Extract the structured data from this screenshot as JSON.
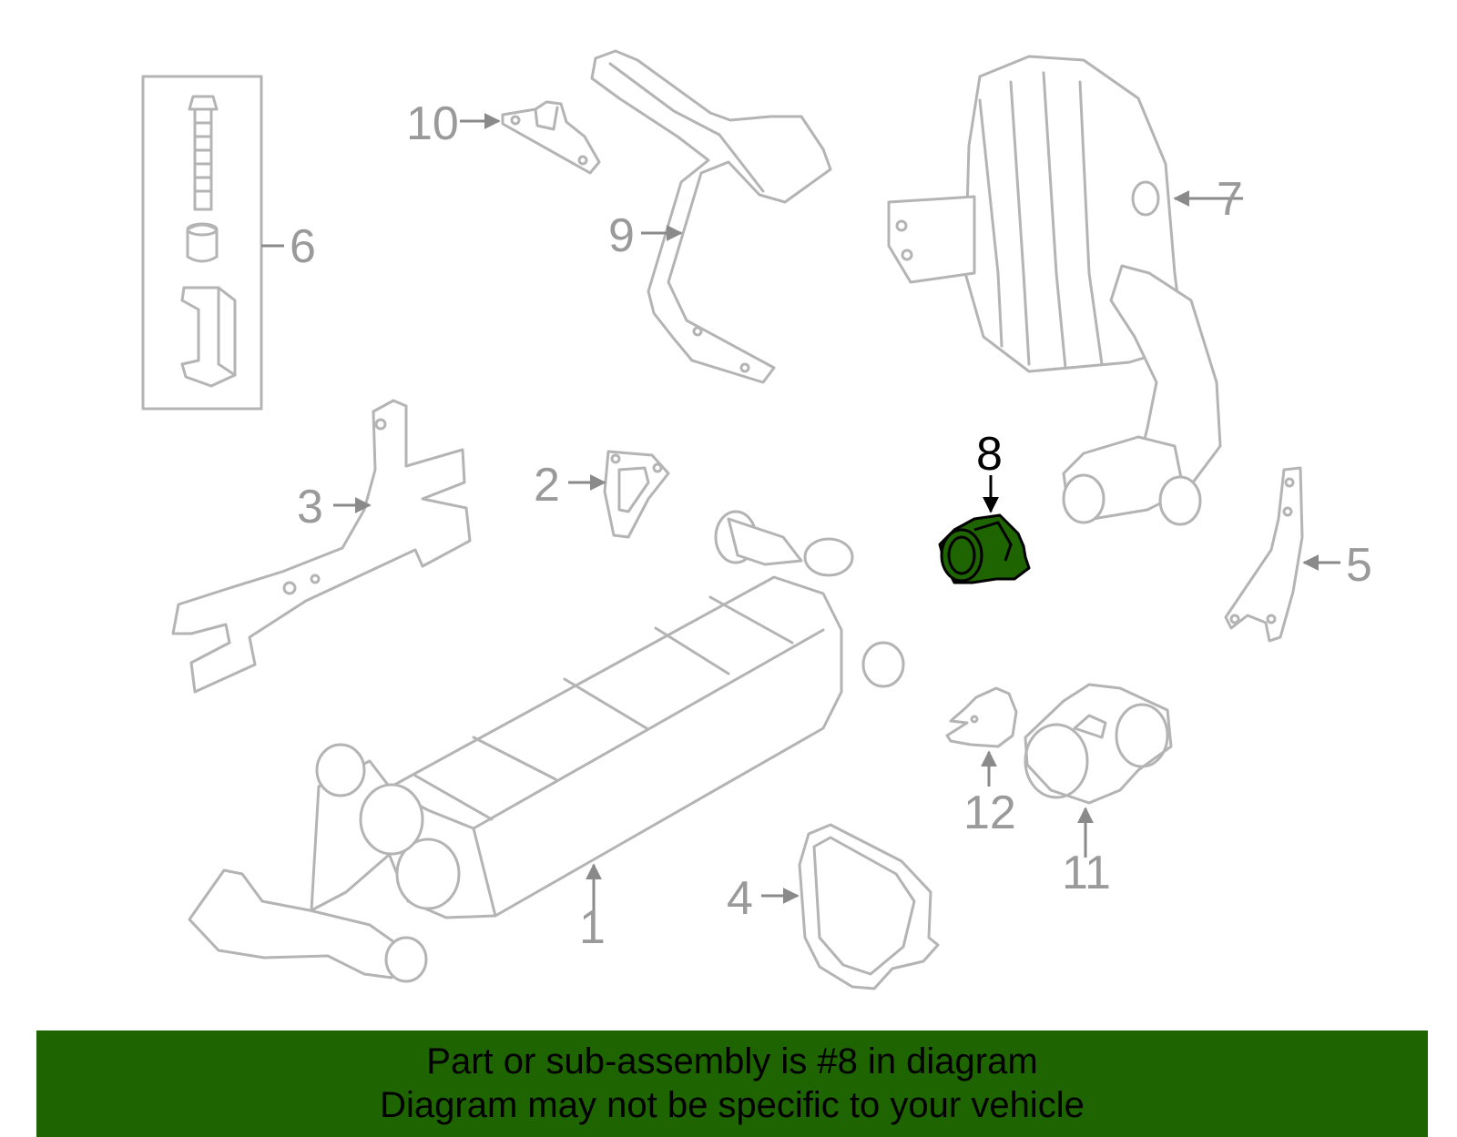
{
  "diagram": {
    "highlighted_part": "8",
    "highlight_color": "#1e6400",
    "line_color": "#b4b4b4",
    "callouts": {
      "p1": "1",
      "p2": "2",
      "p3": "3",
      "p4": "4",
      "p5": "5",
      "p6": "6",
      "p7": "7",
      "p8": "8",
      "p9": "9",
      "p10": "10",
      "p11": "11",
      "p12": "12"
    }
  },
  "banner": {
    "line1": "Part or sub-assembly is #8 in diagram",
    "line2": "Diagram may not be specific to your vehicle",
    "background": "#1e6400"
  }
}
